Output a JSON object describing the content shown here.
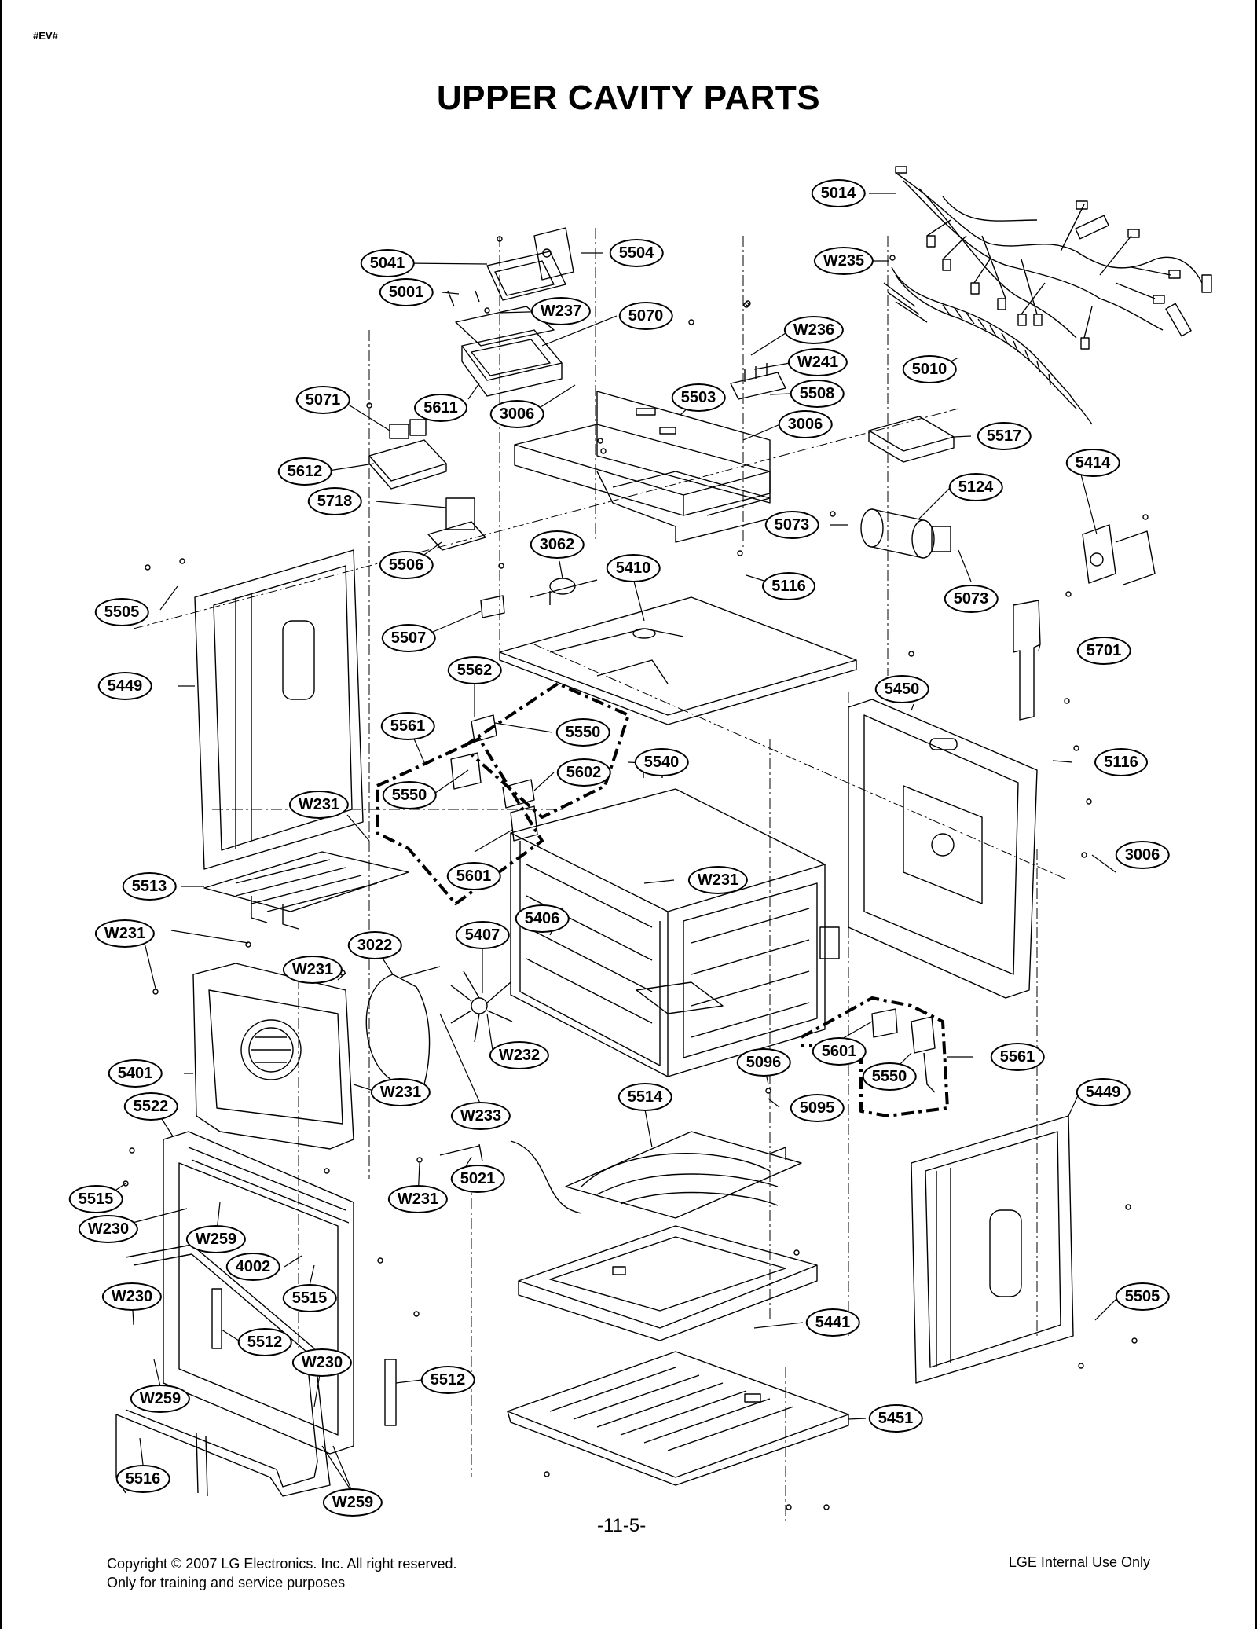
{
  "doc_tag": "#EV#",
  "title": "UPPER CAVITY PARTS",
  "callouts": {
    "c5014": "5014",
    "c5041": "5041",
    "c5504": "5504",
    "cW235": "W235",
    "c5001": "5001",
    "cW237": "W237",
    "c5070": "5070",
    "cW236": "W236",
    "cW241": "W241",
    "c5010": "5010",
    "c5508": "5508",
    "c5071": "5071",
    "c5611": "5611",
    "c3006a": "3006",
    "c5503": "5503",
    "c3006b": "3006",
    "c5517": "5517",
    "c5612": "5612",
    "c5414": "5414",
    "c5124": "5124",
    "c5718": "5718",
    "c5073a": "5073",
    "c3062": "3062",
    "c5506": "5506",
    "c5410": "5410",
    "c5116a": "5116",
    "c5073b": "5073",
    "c5505a": "5505",
    "c5507": "5507",
    "c5701": "5701",
    "c5449a": "5449",
    "c5562": "5562",
    "c5450": "5450",
    "c5561a": "5561",
    "c5550a": "5550",
    "c5540": "5540",
    "c5602": "5602",
    "c5116b": "5116",
    "c5550b": "5550",
    "cW231a": "W231",
    "c3006c": "3006",
    "c5513": "5513",
    "c5601a": "5601",
    "cW231b": "W231",
    "c5406": "5406",
    "cW231c": "W231",
    "c3022": "3022",
    "c5407": "5407",
    "cW231d": "W231",
    "c5561b": "5561",
    "c5601b": "5601",
    "cW232": "W232",
    "c5096": "5096",
    "c5550c": "5550",
    "c5401": "5401",
    "cW231e": "W231",
    "c5449b": "5449",
    "c5522": "5522",
    "c5514": "5514",
    "c5095": "5095",
    "cW233": "W233",
    "c5021": "5021",
    "c5515a": "5515",
    "cW231f": "W231",
    "cW230a": "W230",
    "cW259a": "W259",
    "c4002": "4002",
    "cW230b": "W230",
    "c5515b": "5515",
    "c5505b": "5505",
    "c5441": "5441",
    "c5512a": "5512",
    "cW230c": "W230",
    "c5512b": "5512",
    "cW259b": "W259",
    "c5451": "5451",
    "c5516": "5516",
    "cW259c": "W259"
  },
  "footer": {
    "page_number": "-11-5-",
    "copyright_line1": "Copyright © 2007 LG Electronics. Inc. All right reserved.",
    "copyright_line2": "Only for training and service purposes",
    "internal_use": "LGE Internal Use Only"
  }
}
